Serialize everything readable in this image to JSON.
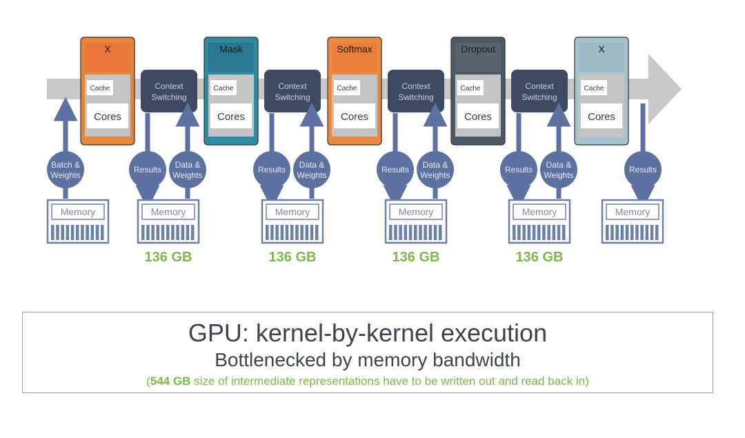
{
  "kernels": [
    {
      "label": "X",
      "fill": "#e5853a",
      "header": "#e9773a"
    },
    {
      "label": "Mask",
      "fill": "#2c8ba1",
      "header": "#2a7890"
    },
    {
      "label": "Softmax",
      "fill": "#e8893f",
      "header": "#ec7e3c"
    },
    {
      "label": "Dropout",
      "fill": "#4c5863",
      "header": "#59646f"
    },
    {
      "label": "X",
      "fill": "#a8c3cd",
      "header": "#9bbac5"
    }
  ],
  "kernel_inner": {
    "cache": "Cache",
    "cores": "Cores"
  },
  "context_switch": {
    "line1": "Context",
    "line2": "Switching"
  },
  "io": {
    "batch_weights": {
      "line1": "Batch &",
      "line2": "Weights"
    },
    "data_weights": {
      "line1": "Data &",
      "line2": "Weights"
    },
    "results": "Results"
  },
  "memory_label": "Memory",
  "transfer_size": "136 GB",
  "caption": {
    "title": "GPU:  kernel-by-kernel execution",
    "subtitle": "Bottlenecked by memory bandwidth",
    "note_open": "(",
    "note_bold": "544 GB",
    "note_rest": " size of intermediate representations have to be written out and read back in)"
  },
  "colors": {
    "pipe": "#c8c8c8",
    "context": "#3e4a63",
    "io_blue": "#5c71a0",
    "memory_stroke": "#6b7fab",
    "size_green": "#7cb84a"
  }
}
